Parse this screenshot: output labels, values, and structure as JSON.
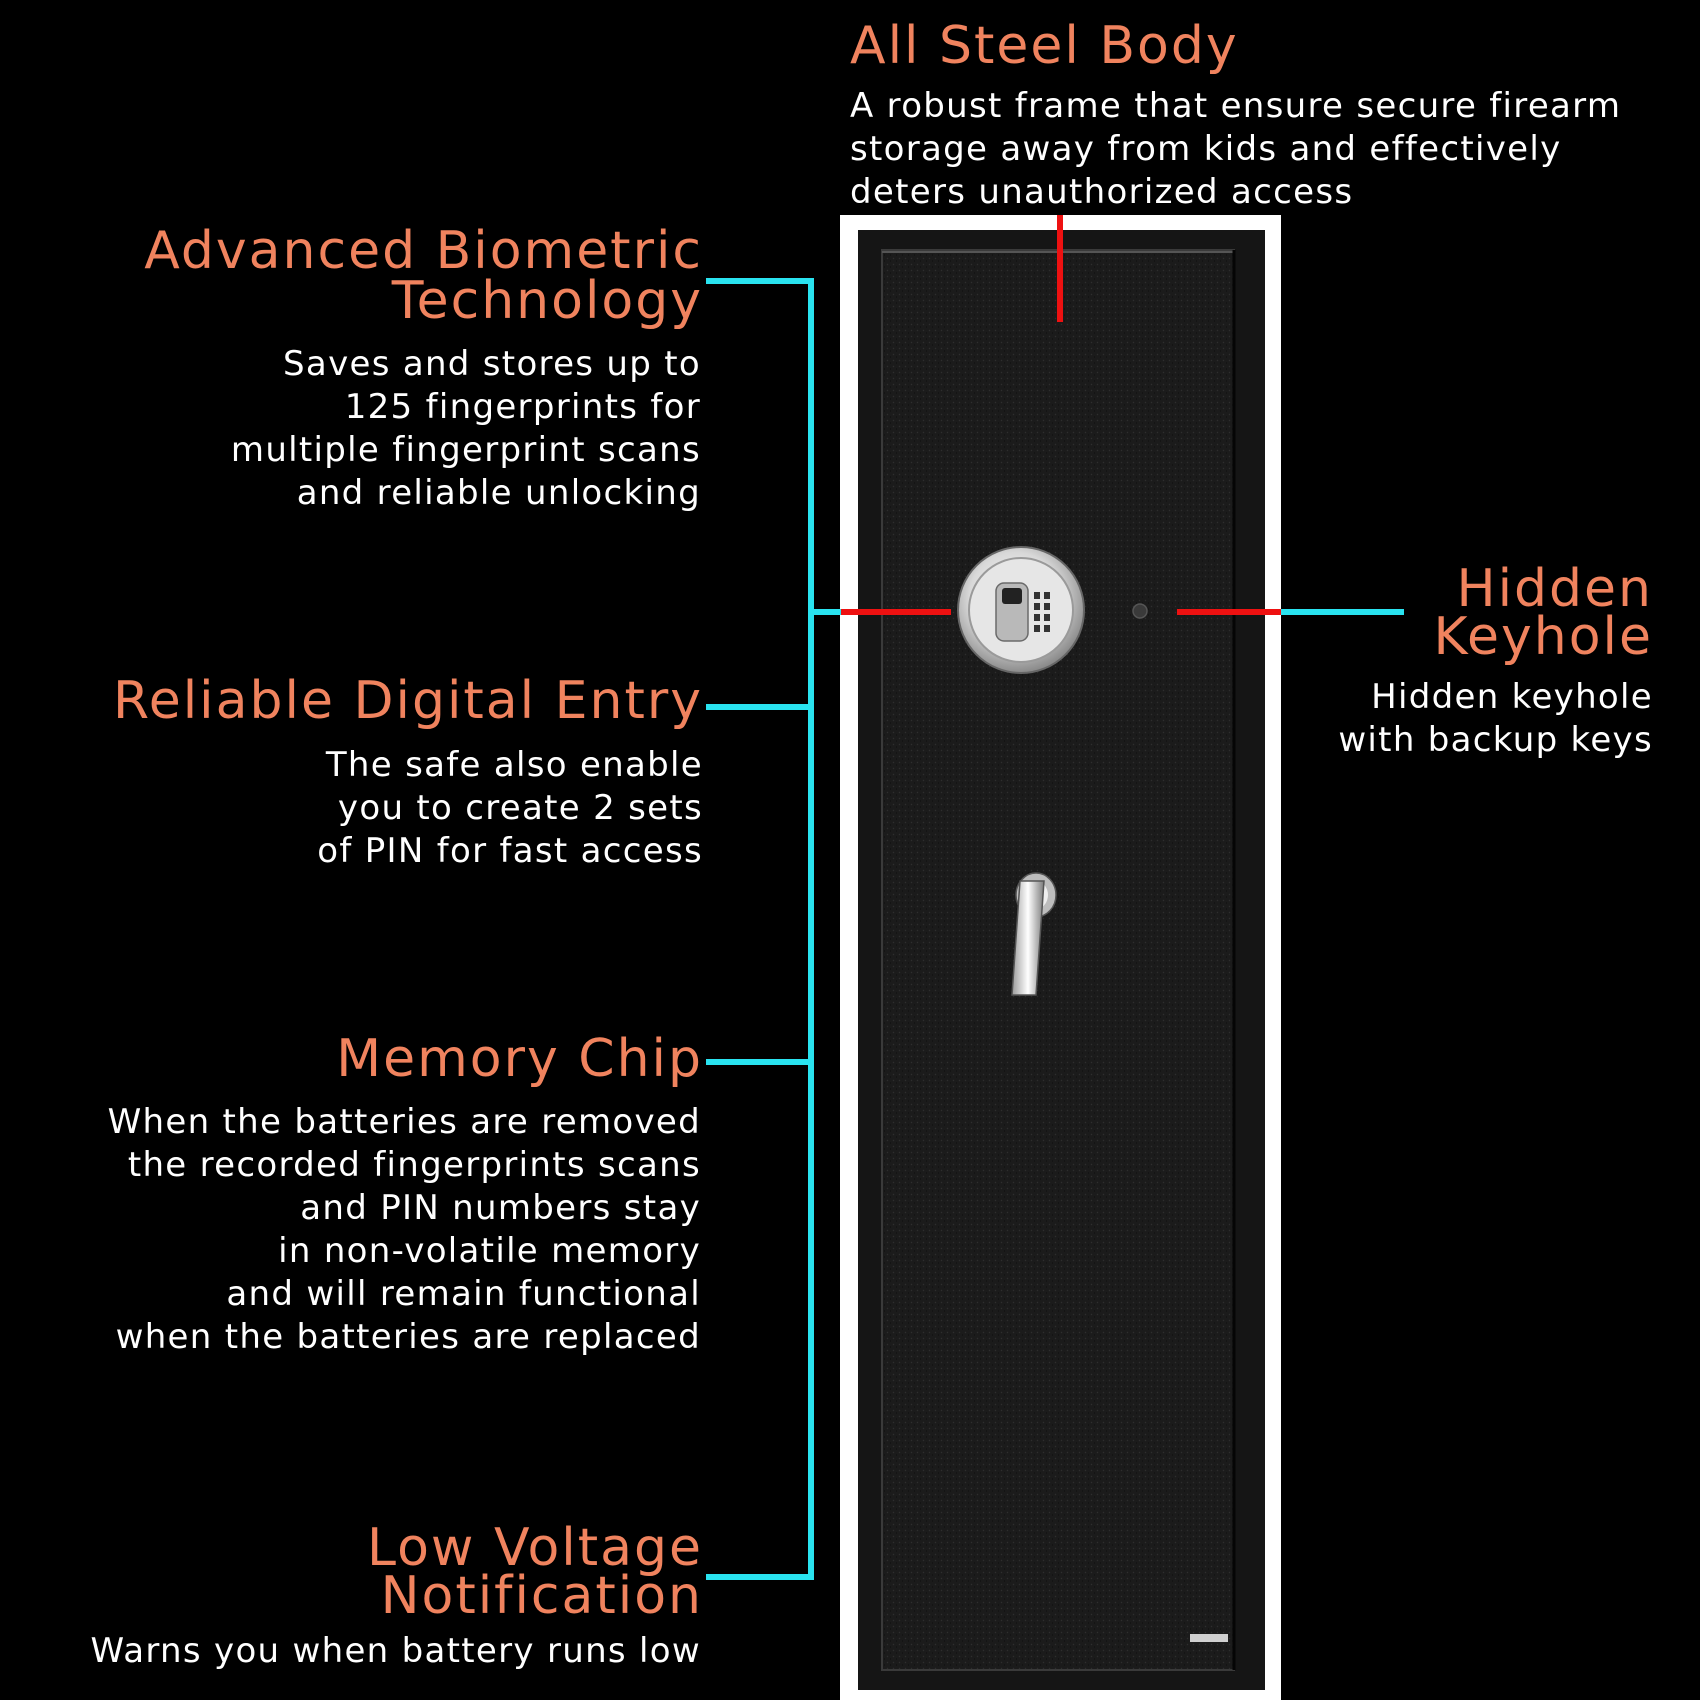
{
  "features": {
    "steel": {
      "title": "All Steel Body",
      "desc": [
        "A robust frame that ensure secure firearm",
        "storage away from kids and effectively",
        "deters unauthorized access"
      ]
    },
    "biometric": {
      "title": [
        "Advanced Biometric",
        "Technology"
      ],
      "desc": [
        "Saves and stores up to",
        "125 fingerprints for",
        "multiple fingerprint scans",
        "and reliable unlocking"
      ]
    },
    "digital": {
      "title": "Reliable Digital Entry",
      "desc": [
        "The safe also enable",
        "you to create 2 sets",
        "of PIN for fast access"
      ]
    },
    "memory": {
      "title": "Memory Chip",
      "desc": [
        "When the batteries are removed",
        "the recorded fingerprints scans",
        "and PIN numbers stay",
        "in non-volatile memory",
        "and will remain functional",
        "when the batteries are replaced"
      ]
    },
    "voltage": {
      "title": [
        "Low Voltage",
        "Notification"
      ],
      "desc": "Warns you when battery runs low"
    },
    "keyhole": {
      "title": [
        "Hidden",
        "Keyhole"
      ],
      "desc": [
        "Hidden keyhole",
        "with backup keys"
      ]
    }
  },
  "colors": {
    "title": "#f0835e",
    "connector_cyan": "#29e3f0",
    "connector_red": "#ee1111",
    "background": "#000000"
  }
}
